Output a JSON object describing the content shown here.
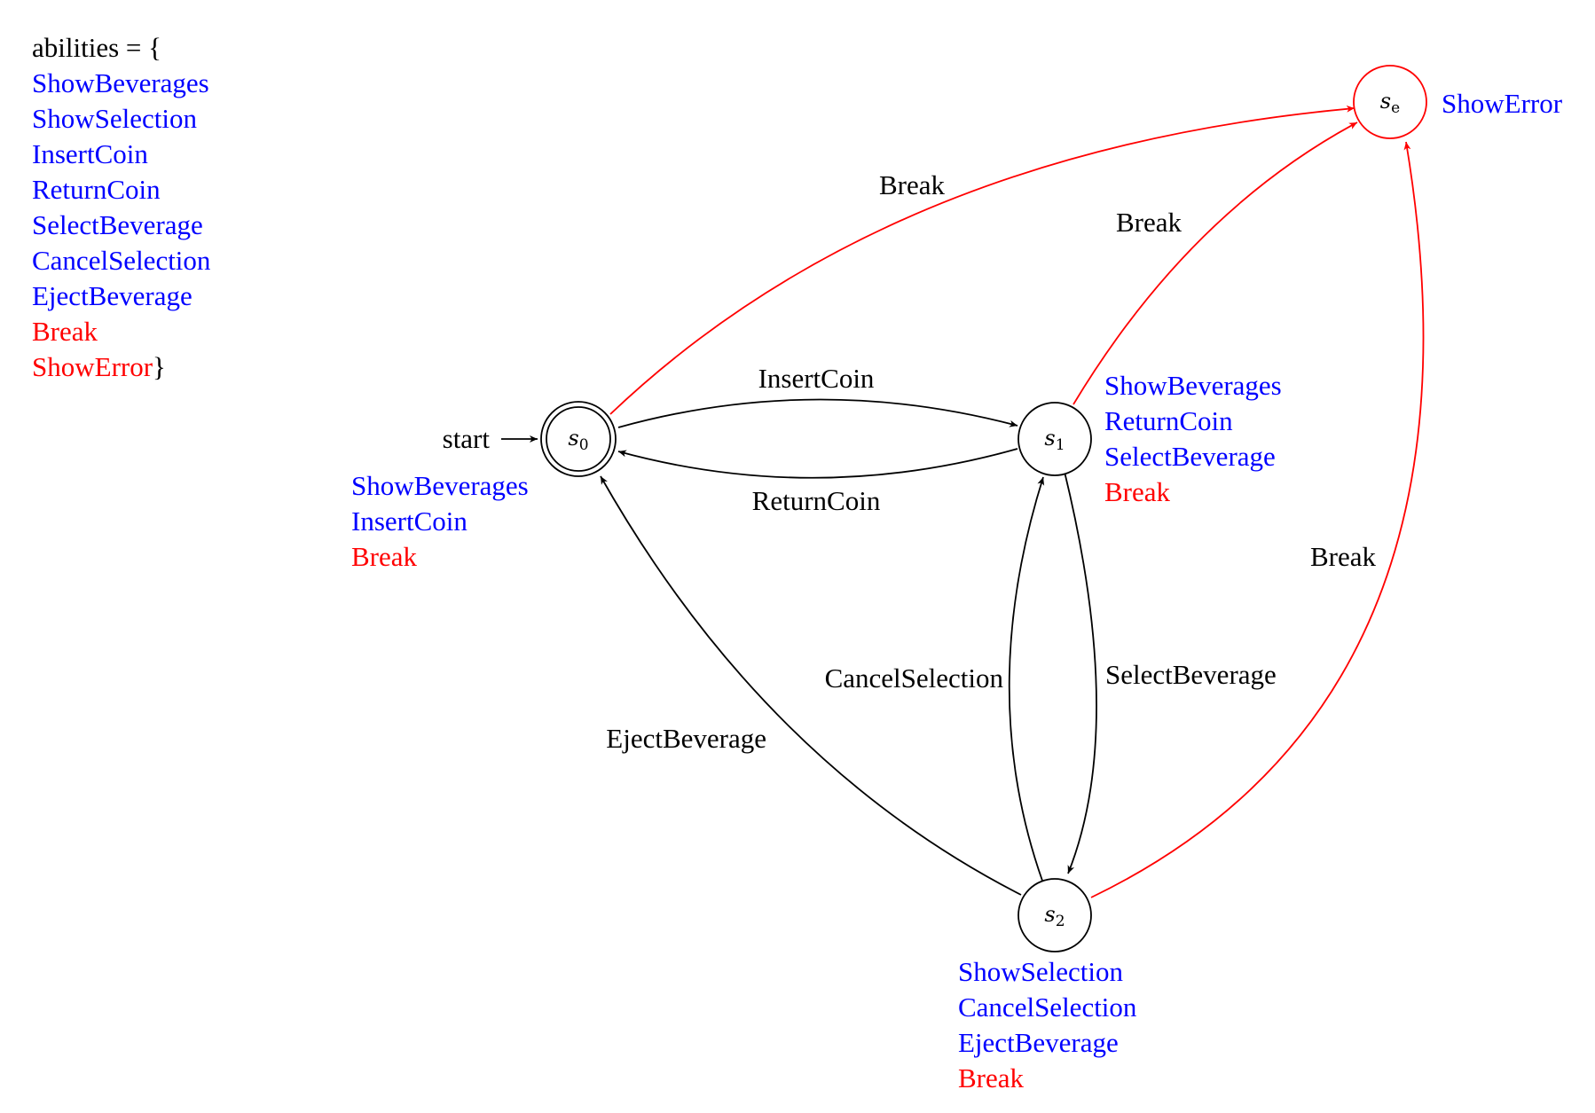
{
  "abilities": {
    "prefix": "abilities = {",
    "items": [
      {
        "text": "ShowBeverages",
        "color": "blue"
      },
      {
        "text": "ShowSelection",
        "color": "blue"
      },
      {
        "text": "InsertCoin",
        "color": "blue"
      },
      {
        "text": "ReturnCoin",
        "color": "blue"
      },
      {
        "text": "SelectBeverage",
        "color": "blue"
      },
      {
        "text": "CancelSelection",
        "color": "blue"
      },
      {
        "text": "EjectBeverage",
        "color": "blue"
      },
      {
        "text": "Break",
        "color": "red"
      },
      {
        "text": "ShowError",
        "color": "red"
      }
    ],
    "suffix": "}"
  },
  "start_label": "start",
  "states": {
    "s0": {
      "symbol": "s",
      "subscript": "0",
      "accepting": true,
      "abilities": [
        {
          "text": "ShowBeverages",
          "color": "blue"
        },
        {
          "text": "InsertCoin",
          "color": "blue"
        },
        {
          "text": "Break",
          "color": "red"
        }
      ]
    },
    "s1": {
      "symbol": "s",
      "subscript": "1",
      "accepting": false,
      "abilities": [
        {
          "text": "ShowBeverages",
          "color": "blue"
        },
        {
          "text": "ReturnCoin",
          "color": "blue"
        },
        {
          "text": "SelectBeverage",
          "color": "blue"
        },
        {
          "text": "Break",
          "color": "red"
        }
      ]
    },
    "s2": {
      "symbol": "s",
      "subscript": "2",
      "accepting": false,
      "abilities": [
        {
          "text": "ShowSelection",
          "color": "blue"
        },
        {
          "text": "CancelSelection",
          "color": "blue"
        },
        {
          "text": "EjectBeverage",
          "color": "blue"
        },
        {
          "text": "Break",
          "color": "red"
        }
      ]
    },
    "se": {
      "symbol": "s",
      "subscript": "e",
      "accepting": false,
      "abilities": [
        {
          "text": "ShowError",
          "color": "blue"
        }
      ]
    }
  },
  "transitions": [
    {
      "id": "s0-s1",
      "from": "s0",
      "to": "s1",
      "label": "InsertCoin",
      "color": "black"
    },
    {
      "id": "s1-s0",
      "from": "s1",
      "to": "s0",
      "label": "ReturnCoin",
      "color": "black"
    },
    {
      "id": "s1-s2",
      "from": "s1",
      "to": "s2",
      "label": "SelectBeverage",
      "color": "black"
    },
    {
      "id": "s2-s1",
      "from": "s2",
      "to": "s1",
      "label": "CancelSelection",
      "color": "black"
    },
    {
      "id": "s2-s0",
      "from": "s2",
      "to": "s0",
      "label": "EjectBeverage",
      "color": "black"
    },
    {
      "id": "s0-se",
      "from": "s0",
      "to": "se",
      "label": "Break",
      "color": "red"
    },
    {
      "id": "s1-se",
      "from": "s1",
      "to": "se",
      "label": "Break",
      "color": "red"
    },
    {
      "id": "s2-se",
      "from": "s2",
      "to": "se",
      "label": "Break",
      "color": "red"
    }
  ]
}
